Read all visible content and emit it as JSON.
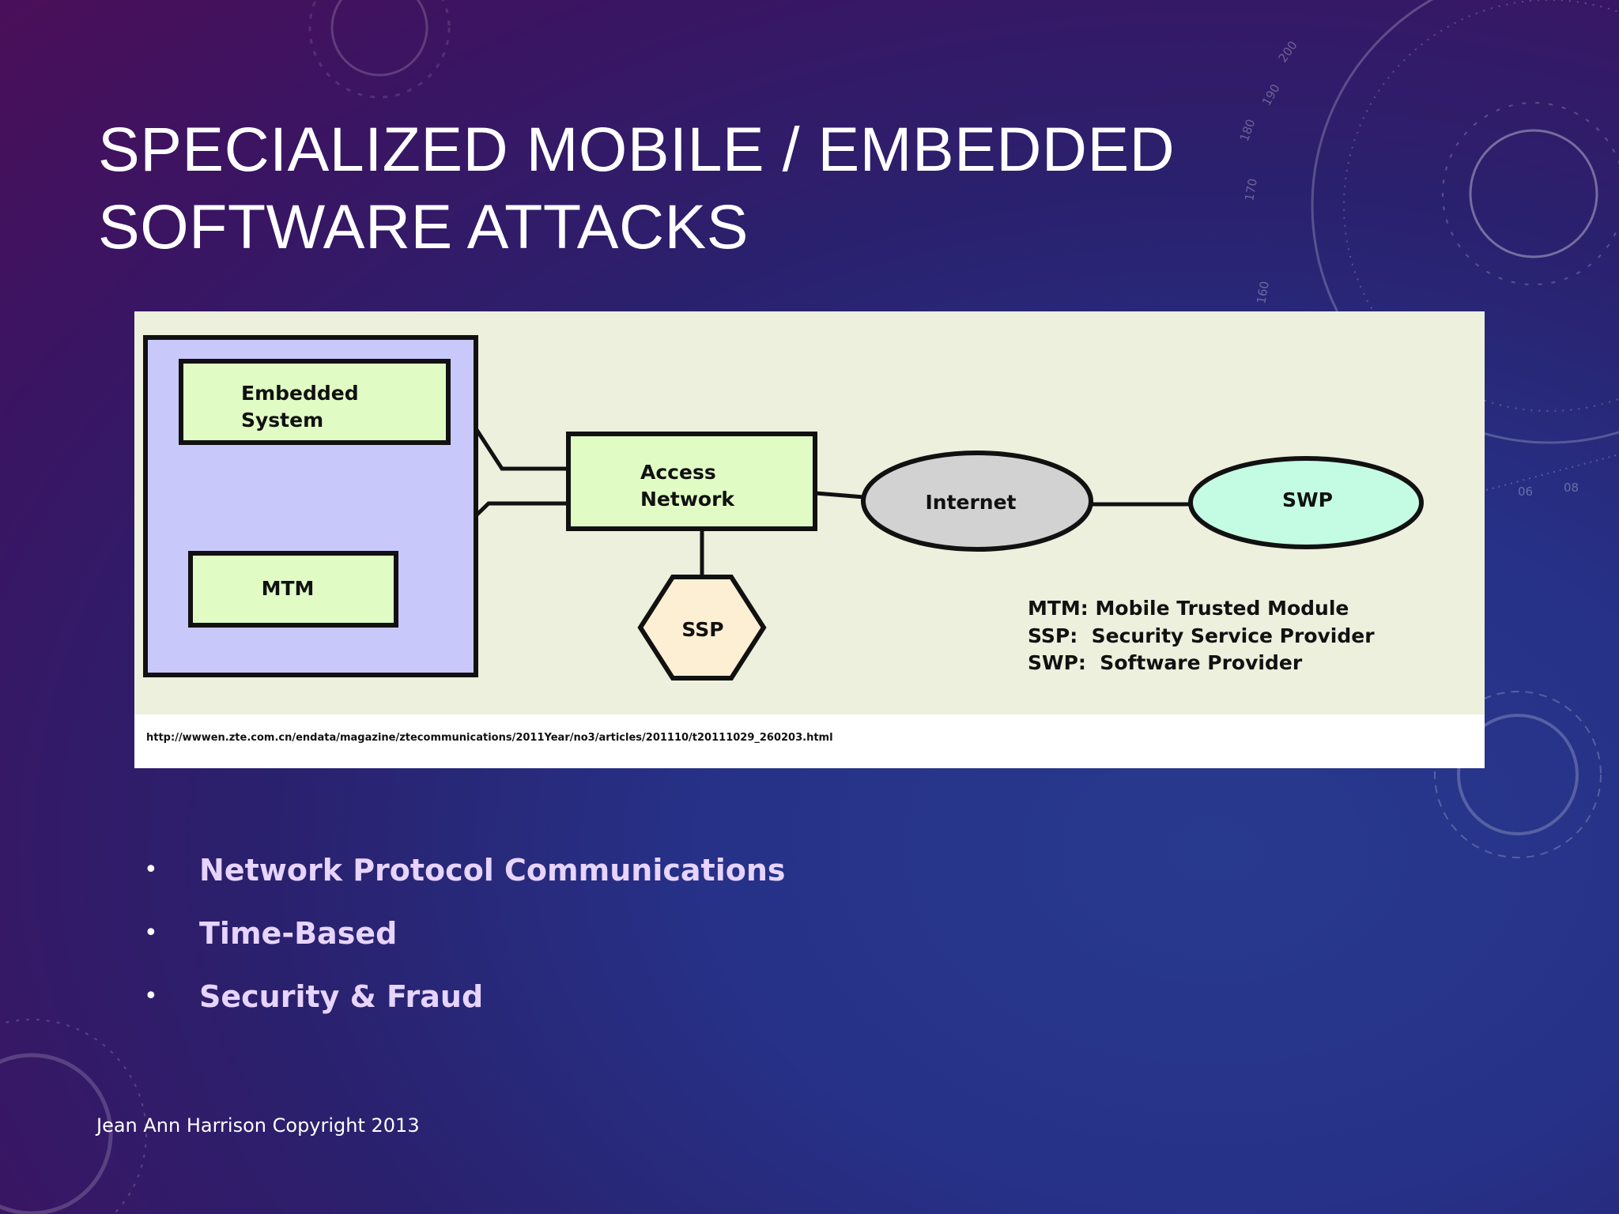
{
  "slide": {
    "title_lines": [
      "SPECIALIZED MOBILE / EMBEDDED",
      "SOFTWARE ATTACKS"
    ],
    "bullets": [
      "Network Protocol Communications",
      "Time-Based",
      "Security & Fraud"
    ],
    "footer": "Jean Ann Harrison Copyright 2013"
  },
  "diagram": {
    "nodes": {
      "embedded_system": [
        "Embedded",
        "System"
      ],
      "mtm": "MTM",
      "access_network": [
        "Access",
        "Network"
      ],
      "internet": "Internet",
      "swp": "SWP",
      "ssp": "SSP"
    },
    "legend": [
      "MTM: Mobile Trusted Module",
      "SSP:  Security Service Provider",
      "SWP:  Software Provider"
    ],
    "source_url": "http://wwwen.zte.com.cn/endata/magazine/ztecommunications/2011Year/no3/articles/201110/t20111029_260203.html"
  },
  "colors": {
    "figure_background": "#ecf0dc",
    "device_container": "#c8c8fa",
    "green_box": "#e0fbc4",
    "internet_ellipse": "#d2d2d2",
    "swp_ellipse": "#c4fbe3",
    "ssp_hexagon": "#fdefd4",
    "bullet_text": "#e7d4ff"
  },
  "decorations": [
    "dial-ring-top",
    "dial-gauge-right",
    "dial-ring-mid-right",
    "dial-ring-bottom-left"
  ]
}
